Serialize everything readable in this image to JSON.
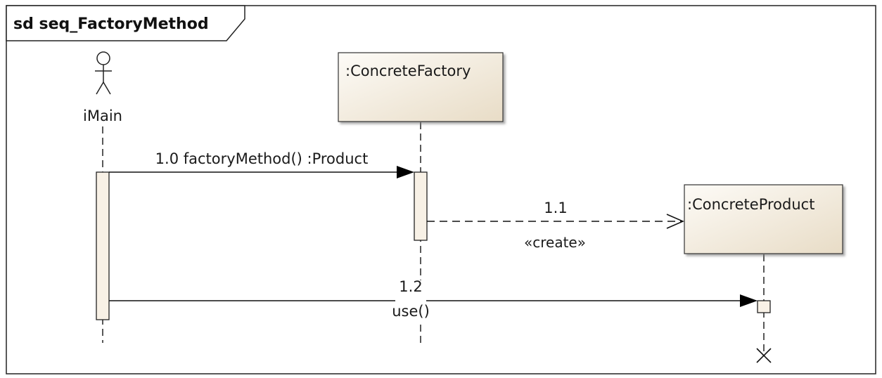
{
  "frame": {
    "title": "sd seq_FactoryMethod"
  },
  "actor": {
    "name": "iMain"
  },
  "lifelines": {
    "factory": {
      "label": ":ConcreteFactory"
    },
    "product": {
      "label": ":ConcreteProduct"
    }
  },
  "messages": [
    {
      "number": "1.0",
      "label": "1.0 factoryMethod() :Product",
      "kind": "synchronous call",
      "from": "iMain",
      "to": ":ConcreteFactory"
    },
    {
      "number": "1.1",
      "label": "1.1",
      "stereotype": "«create»",
      "kind": "create (dashed, open arrow)",
      "from": ":ConcreteFactory",
      "to": ":ConcreteProduct"
    },
    {
      "number": "1.2",
      "label": "1.2",
      "operation": "use()",
      "kind": "synchronous call",
      "from": "iMain",
      "to": ":ConcreteProduct"
    }
  ],
  "colors": {
    "lifeline_box_top": "#fdfbf7",
    "lifeline_box_bottom": "#e8dcc6",
    "activation_fill": "#f8f1e6",
    "line": "#000000"
  }
}
